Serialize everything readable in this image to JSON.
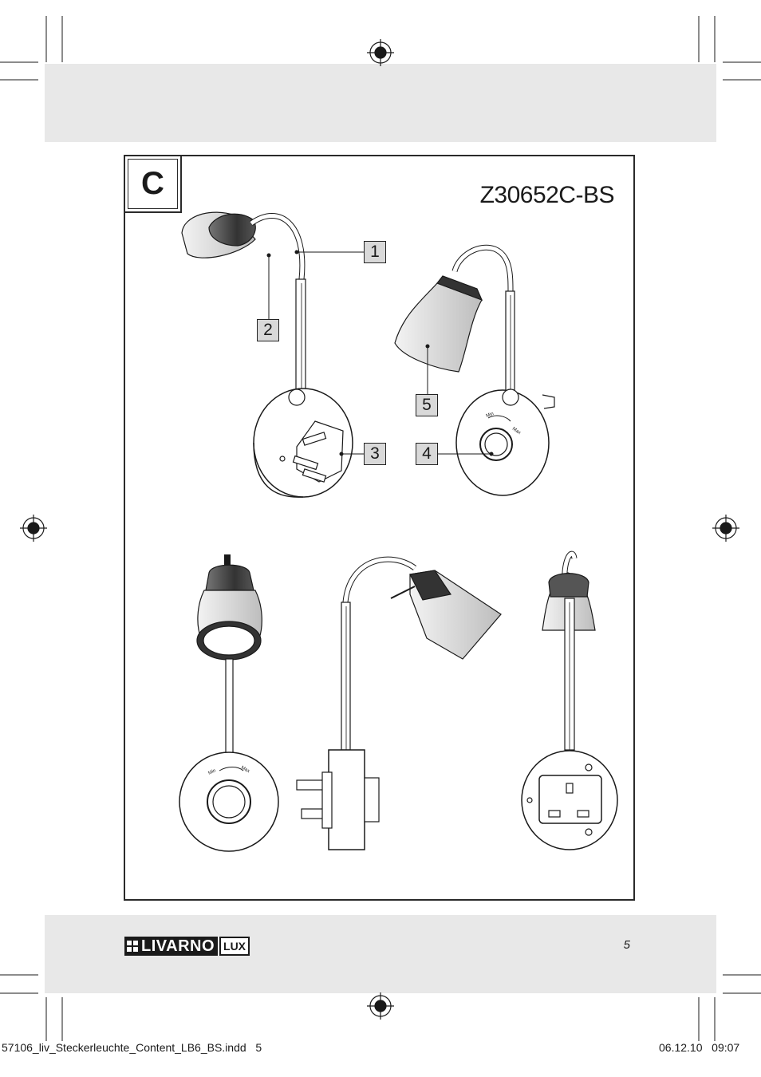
{
  "figure": {
    "section_letter": "C",
    "model_number": "Z30652C-BS",
    "callouts": [
      "1",
      "2",
      "3",
      "4",
      "5"
    ],
    "dimmer_labels": {
      "min": "Min",
      "max": "Max"
    }
  },
  "footer": {
    "brand": "LIVARNO",
    "brand_sub": "LUX",
    "page_number": "5"
  },
  "slug": {
    "filename": "57106_liv_Steckerleuchte_Content_LB6_BS.indd   5",
    "date": "06.12.10   09:07"
  },
  "colors": {
    "band": "#e8e8e8",
    "ink": "#1a1a1a",
    "callout_fill": "#d9d9d9"
  }
}
